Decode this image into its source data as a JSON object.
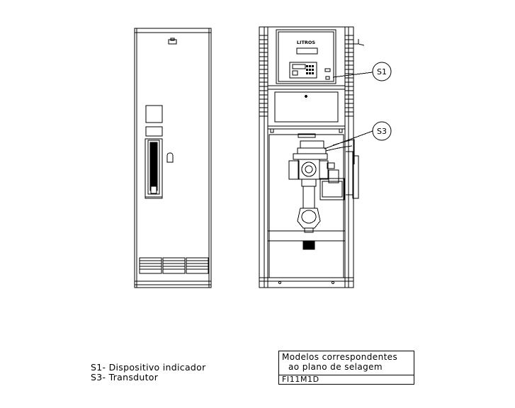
{
  "drawing": {
    "display_brand": "LITROS",
    "callouts": [
      {
        "id": "S1",
        "label": "S1"
      },
      {
        "id": "S3",
        "label": "S3"
      }
    ]
  },
  "legend": {
    "items": [
      {
        "code": "S1-",
        "description": "Dispositivo indicador"
      },
      {
        "code": "S3-",
        "description": "Transdutor"
      }
    ]
  },
  "models_box": {
    "title_line1": "Modelos correspondentes",
    "title_line2": "ao plano de selagem",
    "model_code": "FI11M1D"
  }
}
